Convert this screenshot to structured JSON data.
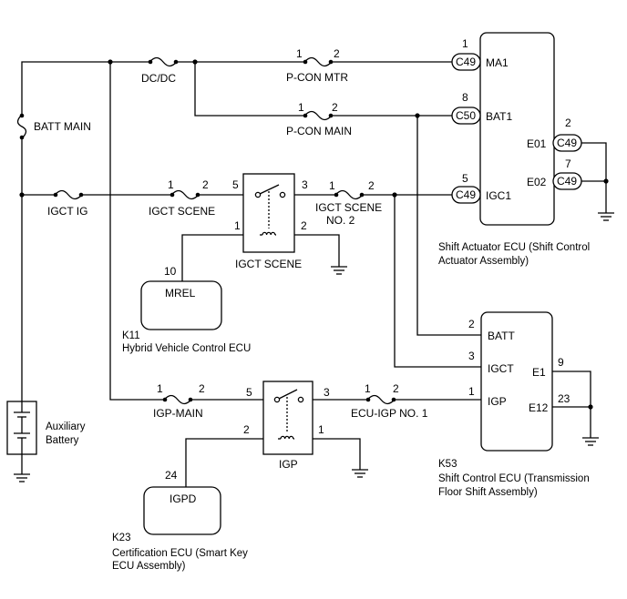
{
  "components": {
    "shift_actuator_ecu": {
      "name_line1": "Shift Actuator ECU (Shift Control",
      "name_line2": "Actuator Assembly)",
      "terminals": {
        "ma1": "MA1",
        "bat1": "BAT1",
        "igc1": "IGC1",
        "e01": "E01",
        "e02": "E02"
      },
      "pins": {
        "ma1": "1",
        "bat1": "8",
        "igc1": "5",
        "e01": "2",
        "e02": "7"
      },
      "connectors": {
        "ma1": "C49",
        "bat1": "C50",
        "igc1": "C49",
        "e01": "C49",
        "e02": "C49"
      }
    },
    "shift_control_ecu": {
      "code": "K53",
      "name_line1": "Shift Control ECU (Transmission",
      "name_line2": "Floor Shift Assembly)",
      "terminals": {
        "batt": "BATT",
        "igct": "IGCT",
        "igp": "IGP",
        "e1": "E1",
        "e12": "E12"
      },
      "pins": {
        "batt": "2",
        "igct": "3",
        "igp": "1",
        "e1": "9",
        "e12": "23"
      }
    },
    "hv_ecu": {
      "code": "K11",
      "name": "Hybrid Vehicle Control ECU",
      "terminal": "MREL",
      "pin": "10"
    },
    "cert_ecu": {
      "code": "K23",
      "name_line1": "Certification ECU (Smart Key",
      "name_line2": "ECU Assembly)",
      "terminal": "IGPD",
      "pin": "24"
    },
    "battery": {
      "line1": "Auxiliary",
      "line2": "Battery"
    }
  },
  "fuses": {
    "batt_main": "BATT MAIN",
    "dcdc": "DC/DC",
    "pcon_mtr": "P-CON MTR",
    "pcon_main": "P-CON MAIN",
    "igct_ig": "IGCT IG",
    "igct_scene": "IGCT SCENE",
    "igct_scene_no2_line1": "IGCT SCENE",
    "igct_scene_no2_line2": "NO. 2",
    "igp_main": "IGP-MAIN",
    "ecu_igp_no1": "ECU-IGP NO. 1"
  },
  "fuse_pins": {
    "one": "1",
    "two": "2"
  },
  "relays": {
    "igct_scene": {
      "name": "IGCT SCENE",
      "pins": {
        "p5": "5",
        "p3": "3",
        "p1": "1",
        "p2": "2"
      }
    },
    "igp": {
      "name": "IGP",
      "pins": {
        "p5": "5",
        "p3": "3",
        "p2": "2",
        "p1": "1"
      }
    }
  }
}
